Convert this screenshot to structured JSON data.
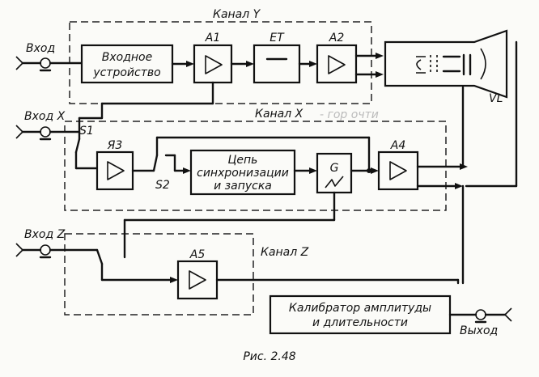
{
  "diagram": {
    "channels": {
      "y": "Канал Y",
      "x": "Канал X",
      "z": "Канал Z"
    },
    "inputs": {
      "y": "Вход",
      "x": "Вход X",
      "z": "Вход Z"
    },
    "blocks": {
      "input_device_line1": "Входное",
      "input_device_line2": "устройство",
      "a1": "A1",
      "et": "ET",
      "a2": "A2",
      "ya3": "Я3",
      "sync_line1": "Цепь",
      "sync_line2": "синхронизации",
      "sync_line3": "и запуска",
      "g": "G",
      "a4": "A4",
      "a5": "A5",
      "calibrator_line1": "Калибратор амплитуды",
      "calibrator_line2": "и длительности"
    },
    "switches": {
      "s1": "S1",
      "s2": "S2"
    },
    "tube": "VL",
    "output": "Выход",
    "pencil_note": "- гор очти",
    "caption": "Рис. 2.48"
  }
}
